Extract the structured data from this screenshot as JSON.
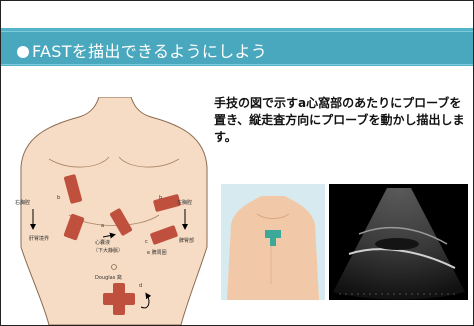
{
  "slide": {
    "title": "FASTを描出できるようにしよう",
    "description": "手技の図で示すa心窩部のあたりにプローブを置き、縦走査方向にプローブを動かし描出します。"
  },
  "diagram": {
    "labels": {
      "right_chest": "右胸腔",
      "b_right": "b",
      "hepatorenal": "肝腎境界",
      "b_left": "b",
      "left_chest": "左胸腔",
      "a_label": "a",
      "heart_sac": "心嚢液",
      "ivc": "（下大静脈）",
      "c_label": "c",
      "splenorenal": "脾腎部",
      "left_kidney": "e 脾周囲",
      "douglas": "Douglas 窩",
      "d_label": "d"
    }
  },
  "colors": {
    "banner": "#4aa8be",
    "probe": "#c0503e",
    "skin": "#f6dcc4"
  }
}
